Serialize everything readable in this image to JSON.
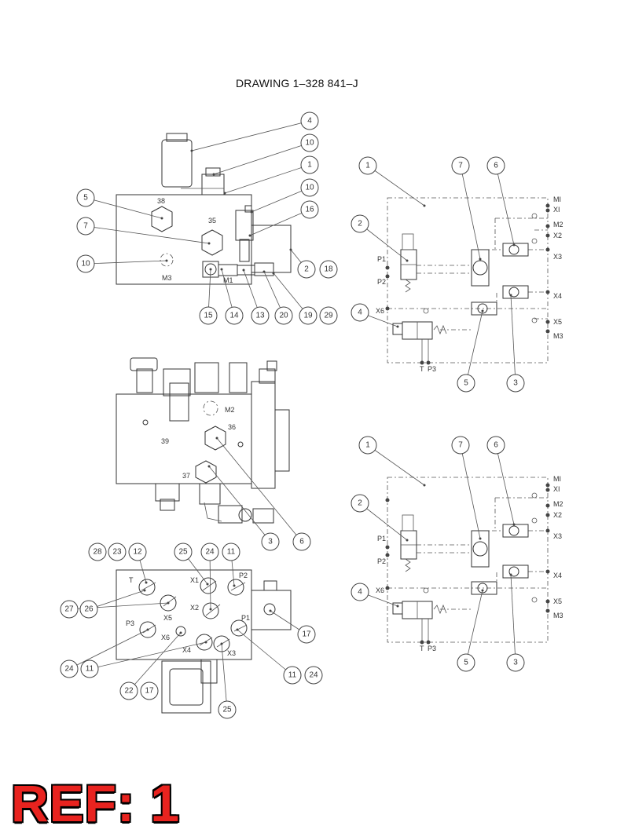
{
  "drawing_title": "DRAWING 1–328 841–J",
  "ref_label": "REF: 1",
  "view1": {
    "bubbles": [
      "4",
      "10",
      "1",
      "10",
      "16",
      "5",
      "7",
      "10",
      "2",
      "18",
      "15",
      "14",
      "13",
      "20",
      "19",
      "29"
    ],
    "labels": [
      "38",
      "35",
      "M3",
      "M1"
    ]
  },
  "view2": {
    "bubbles": [
      "3",
      "6"
    ],
    "labels": [
      "M2",
      "36",
      "39",
      "37"
    ]
  },
  "view3": {
    "bubbles": [
      "28",
      "23",
      "12",
      "25",
      "24",
      "11",
      "27",
      "26",
      "17",
      "24",
      "11",
      "22",
      "17",
      "25",
      "11",
      "24"
    ],
    "labels": [
      "T",
      "X1",
      "P2",
      "X5",
      "X2",
      "P3",
      "P1",
      "X6",
      "X4",
      "X3"
    ]
  },
  "schem1": {
    "bubbles": [
      "1",
      "7",
      "6",
      "2",
      "4",
      "5",
      "3"
    ],
    "right_ports": [
      "MI",
      "XI",
      "M2",
      "X2",
      "X3",
      "X4",
      "X5",
      "M3"
    ],
    "left_ports": [
      "P1",
      "P2",
      "X6"
    ],
    "bottom_ports": [
      "T",
      "P3"
    ]
  },
  "schem2": {
    "bubbles": [
      "1",
      "7",
      "6",
      "2",
      "4",
      "5",
      "3"
    ],
    "right_ports": [
      "MI",
      "XI",
      "M2",
      "X2",
      "X3",
      "X4",
      "X5",
      "M3"
    ],
    "left_ports": [
      "P1",
      "P2",
      "X6"
    ],
    "bottom_ports": [
      "T",
      "P3"
    ]
  },
  "colors": {
    "ref_red": "#e8231f",
    "ink": "#333333"
  }
}
